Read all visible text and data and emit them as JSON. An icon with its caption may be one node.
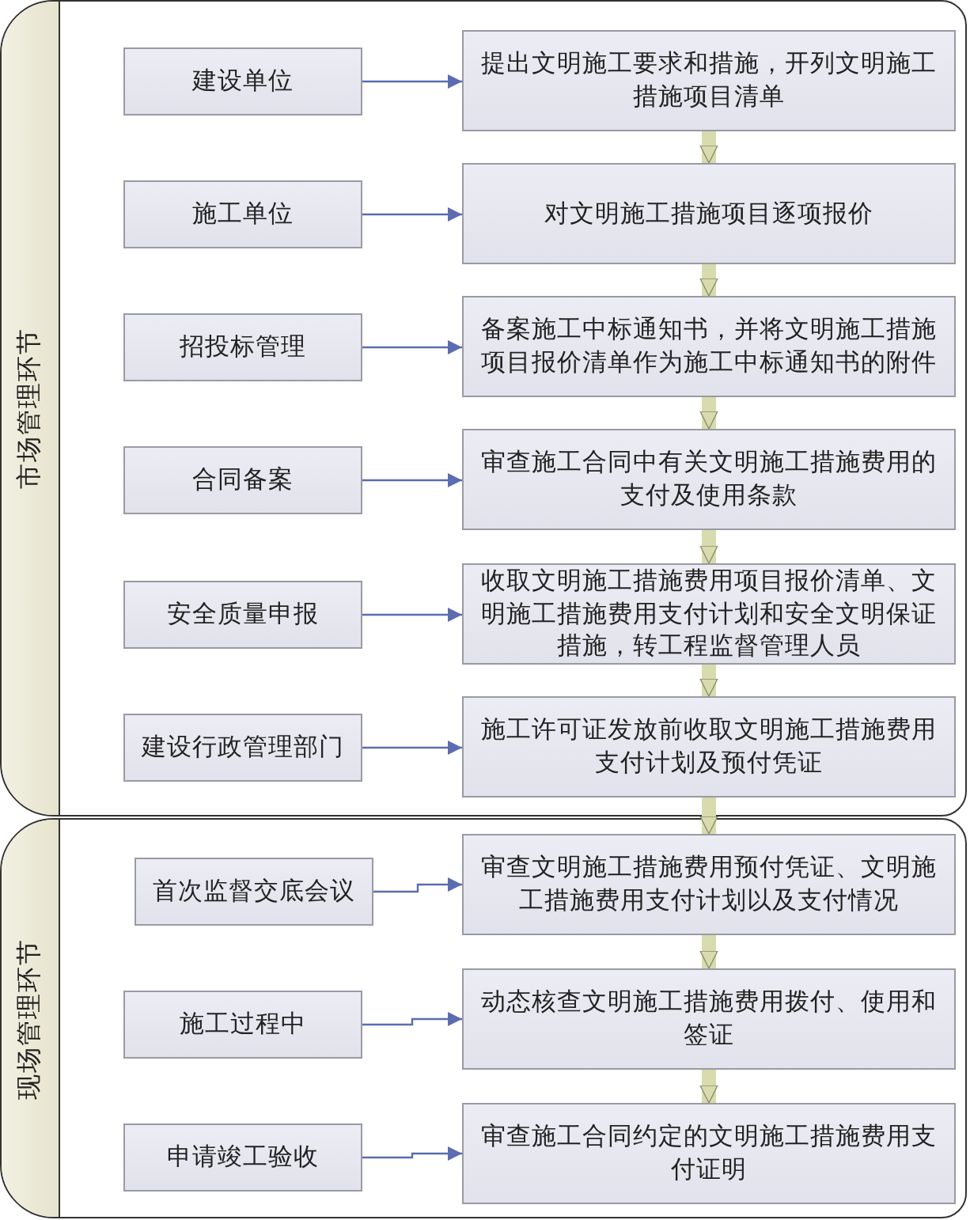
{
  "diagram": {
    "nodes": [
      {
        "text": [
          "市场管理环节"
        ]
      },
      {
        "text": [
          "建设单位"
        ],
        "in": 0
      },
      {
        "text": [
          "提出文明施工要求和措施，开列文明施工措施项目清单"
        ],
        "in": 0
      },
      {
        "text": [
          "施工单位"
        ],
        "in": 0
      },
      {
        "text": [
          "对文明施工措施项目逐项报价"
        ],
        "in": 0
      },
      {
        "text": [
          "招投标管理"
        ],
        "in": 0
      },
      {
        "text": [
          "备案施工中标通知书，并将文明施工措施项目报价清单作为施工中标通知书的附件"
        ],
        "in": 0
      },
      {
        "text": [
          "合同备案"
        ],
        "in": 0
      },
      {
        "text": [
          "审查施工合同中有关文明施工措施费用的支付及使用条款"
        ],
        "in": 0
      },
      {
        "text": [
          "安全质量申报"
        ],
        "in": 0
      },
      {
        "text": [
          "收取文明施工措施费用项目报价清单、文明施工措施费用支付计划和安全文明保证措施，转工程监督管理人员"
        ],
        "in": 0
      },
      {
        "text": [
          "建设行政管理部门"
        ],
        "in": 0
      },
      {
        "text": [
          "施工许可证发放前收取文明施工措施费用支付计划及预付凭证"
        ],
        "in": 0
      },
      {
        "text": [
          "现场管理环节"
        ]
      },
      {
        "text": [
          "首次监督交底会议"
        ],
        "in": 13
      },
      {
        "text": [
          "审查文明施工措施费用预付凭证、文明施工措施费用支付计划以及支付情况"
        ],
        "in": 13
      },
      {
        "text": [
          "施工过程中"
        ],
        "in": 13
      },
      {
        "text": [
          "动态核查文明施工措施费用拨付、使用和签证"
        ],
        "in": 13
      },
      {
        "text": [
          "申请竣工验收"
        ],
        "in": 13
      },
      {
        "text": [
          "审查施工合同约定的文明施工措施费用支付证明"
        ],
        "in": 13
      }
    ],
    "edges": [
      {
        "from": 1,
        "to": 2,
        "arrow": "to"
      },
      {
        "from": 3,
        "to": 4,
        "arrow": "to"
      },
      {
        "from": 5,
        "to": 6,
        "arrow": "to"
      },
      {
        "from": 7,
        "to": 8,
        "arrow": "to"
      },
      {
        "from": 9,
        "to": 10,
        "arrow": "to"
      },
      {
        "from": 11,
        "to": 12,
        "arrow": "to"
      },
      {
        "from": 14,
        "to": 15,
        "arrow": "to"
      },
      {
        "from": 16,
        "to": 17,
        "arrow": "to"
      },
      {
        "from": 18,
        "to": 19,
        "arrow": "to"
      },
      {
        "from": 2,
        "to": 4,
        "arrow": "to",
        "style": "thick",
        "color": "#d8dbad"
      },
      {
        "from": 4,
        "to": 6,
        "arrow": "to",
        "style": "thick",
        "color": "#d8dbad"
      },
      {
        "from": 6,
        "to": 8,
        "arrow": "to",
        "style": "thick",
        "color": "#d8dbad"
      },
      {
        "from": 8,
        "to": 10,
        "arrow": "to",
        "style": "thick",
        "color": "#d8dbad"
      },
      {
        "from": 10,
        "to": 12,
        "arrow": "to",
        "style": "thick",
        "color": "#d8dbad"
      },
      {
        "from": 12,
        "to": 15,
        "arrow": "to",
        "style": "thick",
        "color": "#d8dbad"
      },
      {
        "from": 15,
        "to": 17,
        "arrow": "to",
        "style": "thick",
        "color": "#d8dbad"
      },
      {
        "from": 17,
        "to": 19,
        "arrow": "to",
        "style": "thick",
        "color": "#d8dbad"
      }
    ]
  }
}
